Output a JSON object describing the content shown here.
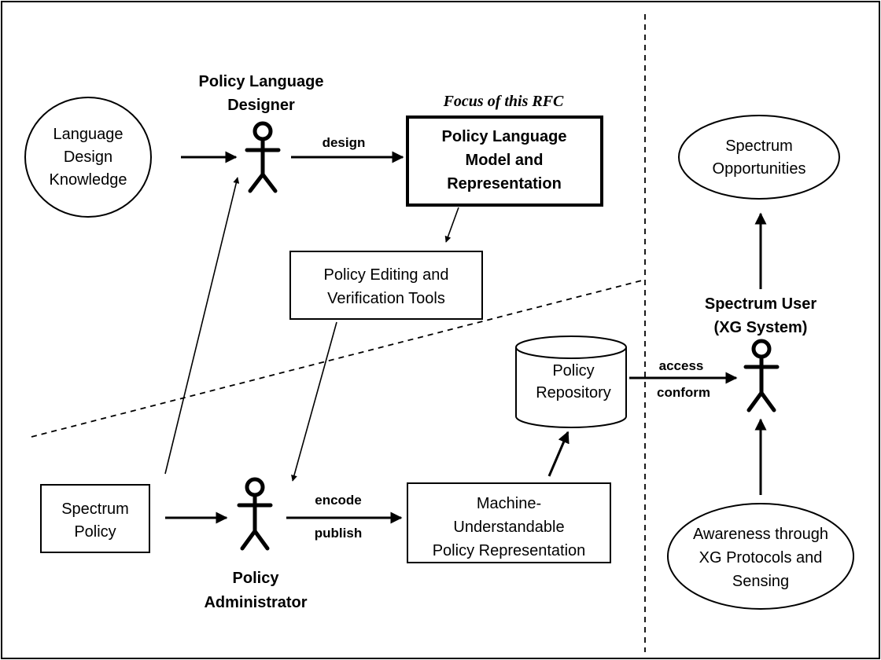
{
  "diagram": {
    "focus_caption": "Focus of this RFC",
    "actors": {
      "designer": {
        "line1": "Policy Language",
        "line2": "Designer"
      },
      "administrator": {
        "line1": "Policy",
        "line2": "Administrator"
      },
      "spectrum_user": {
        "line1": "Spectrum User",
        "line2": "(XG System)"
      }
    },
    "nodes": {
      "language_design_knowledge": [
        "Language",
        "Design",
        "Knowledge"
      ],
      "policy_language_model": [
        "Policy Language",
        "Model and",
        "Representation"
      ],
      "editing_tools": [
        "Policy Editing and",
        "Verification Tools"
      ],
      "spectrum_policy": [
        "Spectrum",
        "Policy"
      ],
      "machine_representation": [
        "Machine-",
        "Understandable",
        "Policy Representation"
      ],
      "policy_repository": [
        "Policy",
        "Repository"
      ],
      "spectrum_opportunities": [
        "Spectrum",
        "Opportunities"
      ],
      "awareness": [
        "Awareness through",
        "XG Protocols and",
        "Sensing"
      ]
    },
    "edge_labels": {
      "design": "design",
      "encode": "encode",
      "publish": "publish",
      "access": "access",
      "conform": "conform"
    }
  }
}
